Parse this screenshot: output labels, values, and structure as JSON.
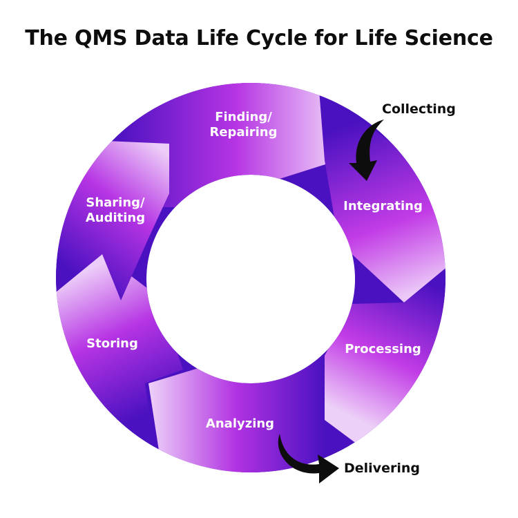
{
  "title": "The QMS Data Life Cycle for Life Science",
  "colors": {
    "deep": "#4a11c0",
    "mid": "#8b1fd8",
    "bright": "#c23ce6",
    "light": "#e9c6f7",
    "arrow": "#0d0d0d",
    "background": "#ffffff"
  },
  "stages": [
    {
      "line1": "Finding/",
      "line2": "Repairing"
    },
    {
      "line1": "Integrating",
      "line2": ""
    },
    {
      "line1": "Processing",
      "line2": ""
    },
    {
      "line1": "Analyzing",
      "line2": ""
    },
    {
      "line1": "Storing",
      "line2": ""
    },
    {
      "line1": "Sharing/",
      "line2": "Auditing"
    }
  ],
  "external": {
    "collecting": "Collecting",
    "delivering": "Delivering"
  }
}
